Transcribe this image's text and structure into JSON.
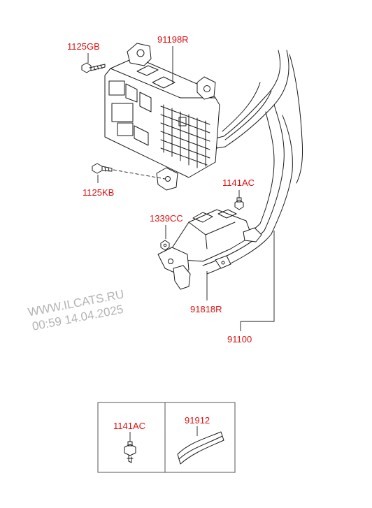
{
  "parts": {
    "bolt_top": "1125GB",
    "junction_box": "91198R",
    "bolt_side": "1125KB",
    "nut_right": "1141AC",
    "nut_left": "1339CC",
    "bracket": "91818R",
    "harness_assembly": "91100"
  },
  "inset": {
    "left_part": "1141AC",
    "right_part": "91912"
  },
  "watermark": {
    "line1": "WWW.ILCATS.RU",
    "line2": "00:59 14.04.2025"
  }
}
